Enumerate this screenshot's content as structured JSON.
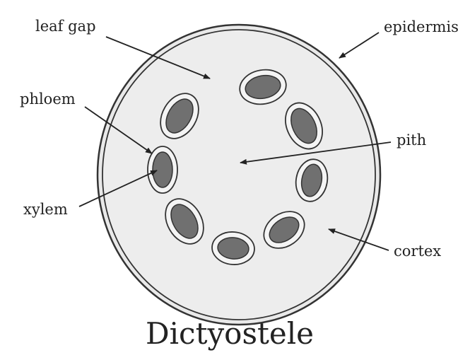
{
  "title": "Dictyostele",
  "labels": {
    "leaf_gap": "leaf gap",
    "epidermis": "epidermis",
    "phloem": "phloem",
    "pith": "pith",
    "xylem": "xylem",
    "cortex": "cortex"
  },
  "colors": {
    "background": "#ffffff",
    "stem_fill": "#ededed",
    "outline": "#333333",
    "phloem_fill": "#f4f4f4",
    "xylem_fill": "#707070"
  }
}
